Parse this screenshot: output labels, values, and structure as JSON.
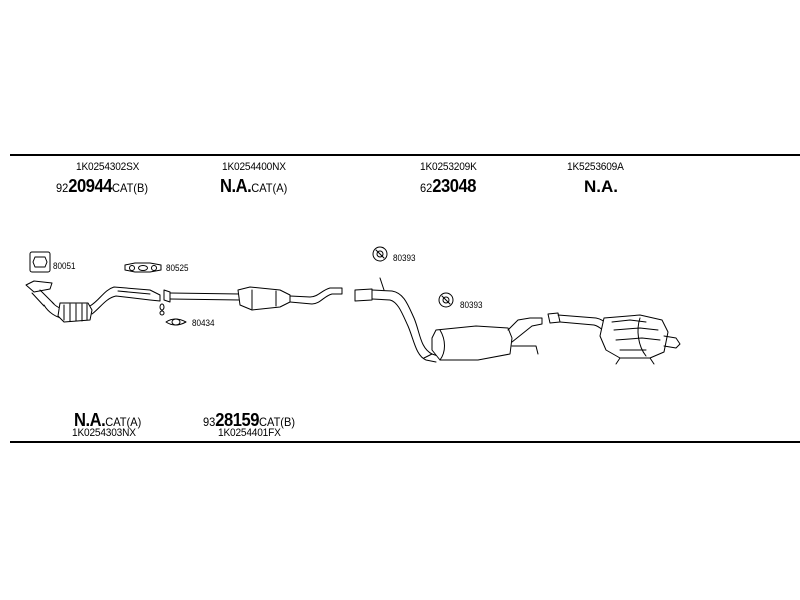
{
  "top_components": [
    {
      "part_no": "1K0254302SX",
      "ref_prefix": "92",
      "ref_number": "20944",
      "ref_suffix": "CAT(B)"
    },
    {
      "part_no": "1K0254400NX",
      "ref_prefix": "",
      "ref_number": "N.A.",
      "ref_suffix": "CAT(A)"
    },
    {
      "part_no": "1K0253209K",
      "ref_prefix": "62",
      "ref_number": "23048",
      "ref_suffix": ""
    },
    {
      "part_no": "1K5253609A",
      "ref_prefix": "",
      "ref_number": "N.A.",
      "ref_suffix": ""
    }
  ],
  "bottom_components": [
    {
      "part_no": "1K0254303NX",
      "ref_prefix": "",
      "ref_number": "N.A.",
      "ref_suffix": "CAT(A)"
    },
    {
      "part_no": "1K0254401FX",
      "ref_prefix": "93",
      "ref_number": "28159",
      "ref_suffix": "CAT(B)"
    }
  ],
  "fittings": [
    {
      "code": "80051",
      "icon": "gasket-square-icon"
    },
    {
      "code": "80525",
      "icon": "gasket-flange-icon"
    },
    {
      "code": "80434",
      "icon": "gasket-ring-icon"
    },
    {
      "code": "80393",
      "icon": "rubber-hanger-icon"
    },
    {
      "code": "80393",
      "icon": "rubber-hanger-icon"
    }
  ]
}
